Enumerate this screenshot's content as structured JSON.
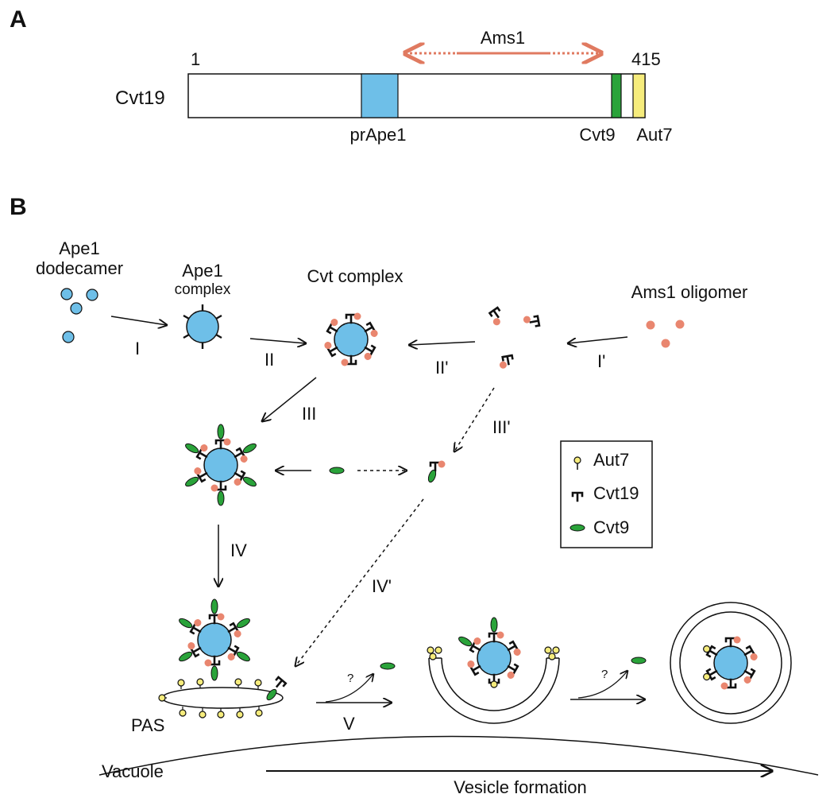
{
  "panel_a": {
    "letter": "A",
    "protein": "Cvt19",
    "start": "1",
    "end": "415",
    "binding_range": "Ams1",
    "domains": [
      {
        "name": "prApe1",
        "color": "#6ebfe8"
      },
      {
        "name": "Cvt9",
        "color": "#2aa33a"
      },
      {
        "name": "Aut7",
        "color": "#f6ec7c"
      }
    ],
    "arrow_color": "#e07a60"
  },
  "panel_b": {
    "letter": "B",
    "labels": {
      "ape1_dodecamer": [
        "Ape1",
        "dodecamer"
      ],
      "ape1_complex": [
        "Ape1",
        "complex"
      ],
      "cvt_complex": "Cvt complex",
      "ams1_oligomer": "Ams1 oligomer",
      "pas": "PAS",
      "vacuole": "Vacuole",
      "vesicle_formation": "Vesicle formation",
      "question": "?"
    },
    "steps": [
      "I",
      "II",
      "III",
      "IV",
      "V",
      "I'",
      "II'",
      "III'",
      "IV'"
    ],
    "legend": [
      {
        "icon": "aut7-icon",
        "label": "Aut7"
      },
      {
        "icon": "cvt19-icon",
        "label": "Cvt19"
      },
      {
        "icon": "cvt9-icon",
        "label": "Cvt9"
      }
    ],
    "colors": {
      "ape1": "#6ebfe8",
      "ams1": "#e9866f",
      "cvt9": "#2aa33a",
      "aut7": "#f6ec7c"
    }
  }
}
